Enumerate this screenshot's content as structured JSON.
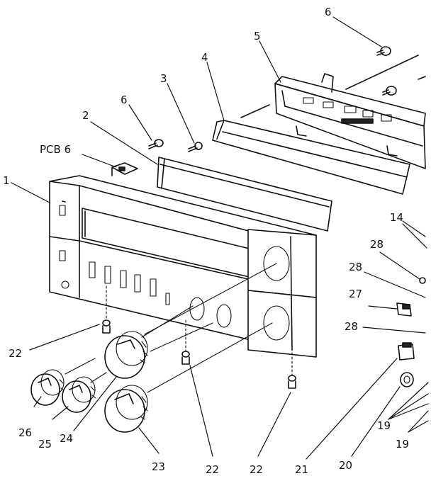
{
  "callouts": {
    "c1": "1",
    "c2": "2",
    "c3": "3",
    "c4": "4",
    "c5": "5",
    "c6a": "6",
    "c6b": "6",
    "pcb6": "PCB 6",
    "c14": "14",
    "c28a": "28",
    "c28b": "28",
    "c27": "27",
    "c28c": "28",
    "c19a": "19",
    "c19b": "19",
    "c20": "20",
    "c21": "21",
    "c22a": "22",
    "c22b": "22",
    "c22c": "22",
    "c23": "23",
    "c24": "24",
    "c25": "25",
    "c26": "26"
  }
}
